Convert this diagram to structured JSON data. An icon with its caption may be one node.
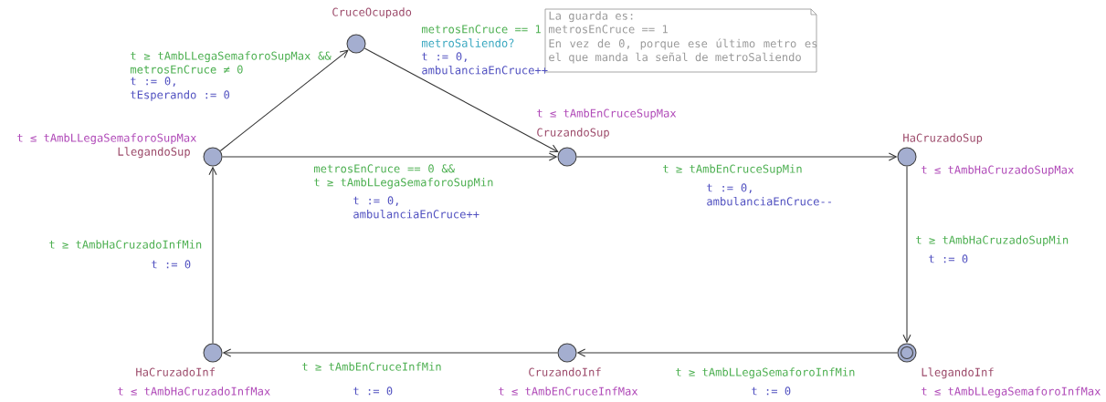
{
  "diagram": {
    "nodes": [
      {
        "text": [
          "LlegandoSup"
        ],
        "beside": [
          "t ≤ tAmbLLegaSemaforoSupMax"
        ]
      },
      {
        "text": [
          "CruceOcupado"
        ]
      },
      {
        "text": [
          "CruzandoSup"
        ],
        "beside": [
          "t ≤ tAmbEnCruceSupMax"
        ]
      },
      {
        "text": [
          "HaCruzadoSup"
        ],
        "beside": [
          "t ≤ tAmbHaCruzadoSupMax"
        ]
      },
      {
        "text": [
          "LlegandoInf"
        ],
        "beside": [
          "t ≤ tAmbLLegaSemaforoInfMax"
        ]
      },
      {
        "text": [
          "CruzandoInf"
        ],
        "beside": [
          "t ≤ tAmbEnCruceInfMax"
        ]
      },
      {
        "text": [
          "HaCruzadoInf"
        ],
        "beside": [
          "t ≤ tAmbHaCruzadoInfMax"
        ]
      },
      {
        "text": [
          "La guarda es:",
          "metrosEnCruce == 1",
          "En vez de 0, porque ese último metro es el que manda la señal de metroSaliendo"
        ]
      }
    ],
    "edges": [
      {
        "from": 0,
        "to": 1,
        "arrow": "to",
        "label": "t ≥ tAmbLLegaSemaforoSupMax && metrosEnCruce ≠ 0"
      },
      {
        "from": 1,
        "to": 2,
        "arrow": "to",
        "label": "metrosEnCruce == 1"
      },
      {
        "from": 0,
        "to": 2,
        "arrow": "to",
        "label": "metrosEnCruce == 0 && t ≥ tAmbLLegaSemaforoSupMin"
      },
      {
        "from": 2,
        "to": 3,
        "arrow": "to",
        "label": "t ≥ tAmbEnCruceSupMin"
      },
      {
        "from": 3,
        "to": 4,
        "arrow": "to",
        "label": "t ≥ tAmbHaCruzadoSupMin"
      },
      {
        "from": 4,
        "to": 5,
        "arrow": "to",
        "label": "t ≥ tAmbLLegaSemaforoInfMin"
      },
      {
        "from": 5,
        "to": 6,
        "arrow": "to",
        "label": "t ≥ tAmbEnCruceInfMin"
      },
      {
        "from": 6,
        "to": 0,
        "arrow": "to",
        "label": "t ≥ tAmbHaCruzadoInfMin"
      }
    ],
    "labels": [
      "t := 0, tEsperando := 0",
      "metroSaliendo?",
      "t := 0, ambulanciaEnCruce++",
      "t := 0, ambulanciaEnCruce++",
      "t := 0, ambulanciaEnCruce--",
      "t := 0",
      "t := 0",
      "t := 0",
      "t := 0"
    ]
  }
}
